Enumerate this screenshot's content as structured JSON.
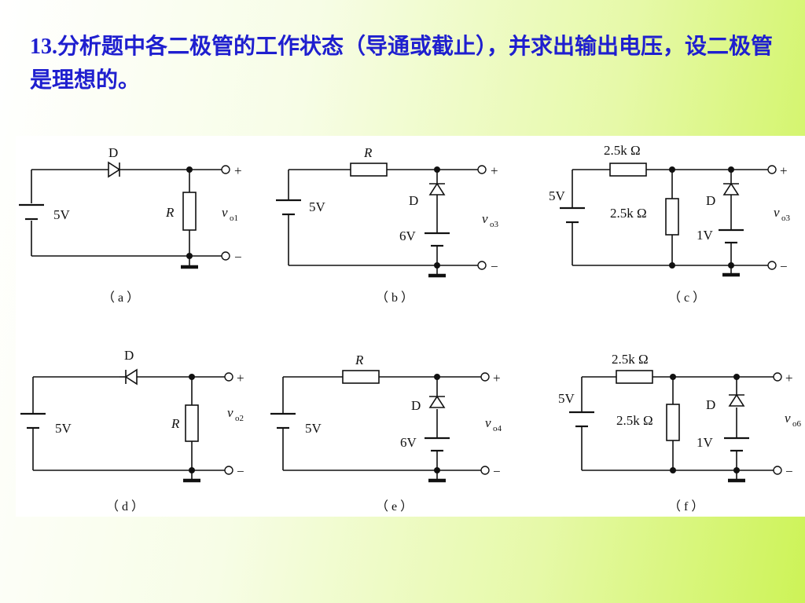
{
  "title": {
    "number": "13.",
    "text": "分析题中各二极管的工作状态（导通或截止），并求出输出电压，设二极管是理想的。"
  },
  "plus": "+",
  "minus": "−",
  "circuits": {
    "a": {
      "caption": "（ a ）",
      "diode": "D",
      "source": "5V",
      "resistor": "R",
      "vout": "v",
      "vout_sub": "o1"
    },
    "b": {
      "caption": "（ b ）",
      "resistor": "R",
      "source": "5V",
      "diode": "D",
      "battery": "6V",
      "vout": "v",
      "vout_sub": "o3"
    },
    "c": {
      "caption": "（ c ）",
      "r_series": "2.5k Ω",
      "source": "5V",
      "r_shunt": "2.5k Ω",
      "diode": "D",
      "battery": "1V",
      "vout": "v",
      "vout_sub": "o3"
    },
    "d": {
      "caption": "（ d ）",
      "diode": "D",
      "source": "5V",
      "resistor": "R",
      "vout": "v",
      "vout_sub": "o2"
    },
    "e": {
      "caption": "（ e ）",
      "resistor": "R",
      "source": "5V",
      "diode": "D",
      "battery": "6V",
      "vout": "v",
      "vout_sub": "o4"
    },
    "f": {
      "caption": "（ f ）",
      "r_series": "2.5k Ω",
      "source": "5V",
      "r_shunt": "2.5k Ω",
      "diode": "D",
      "battery": "1V",
      "vout": "v",
      "vout_sub": "o6"
    }
  }
}
